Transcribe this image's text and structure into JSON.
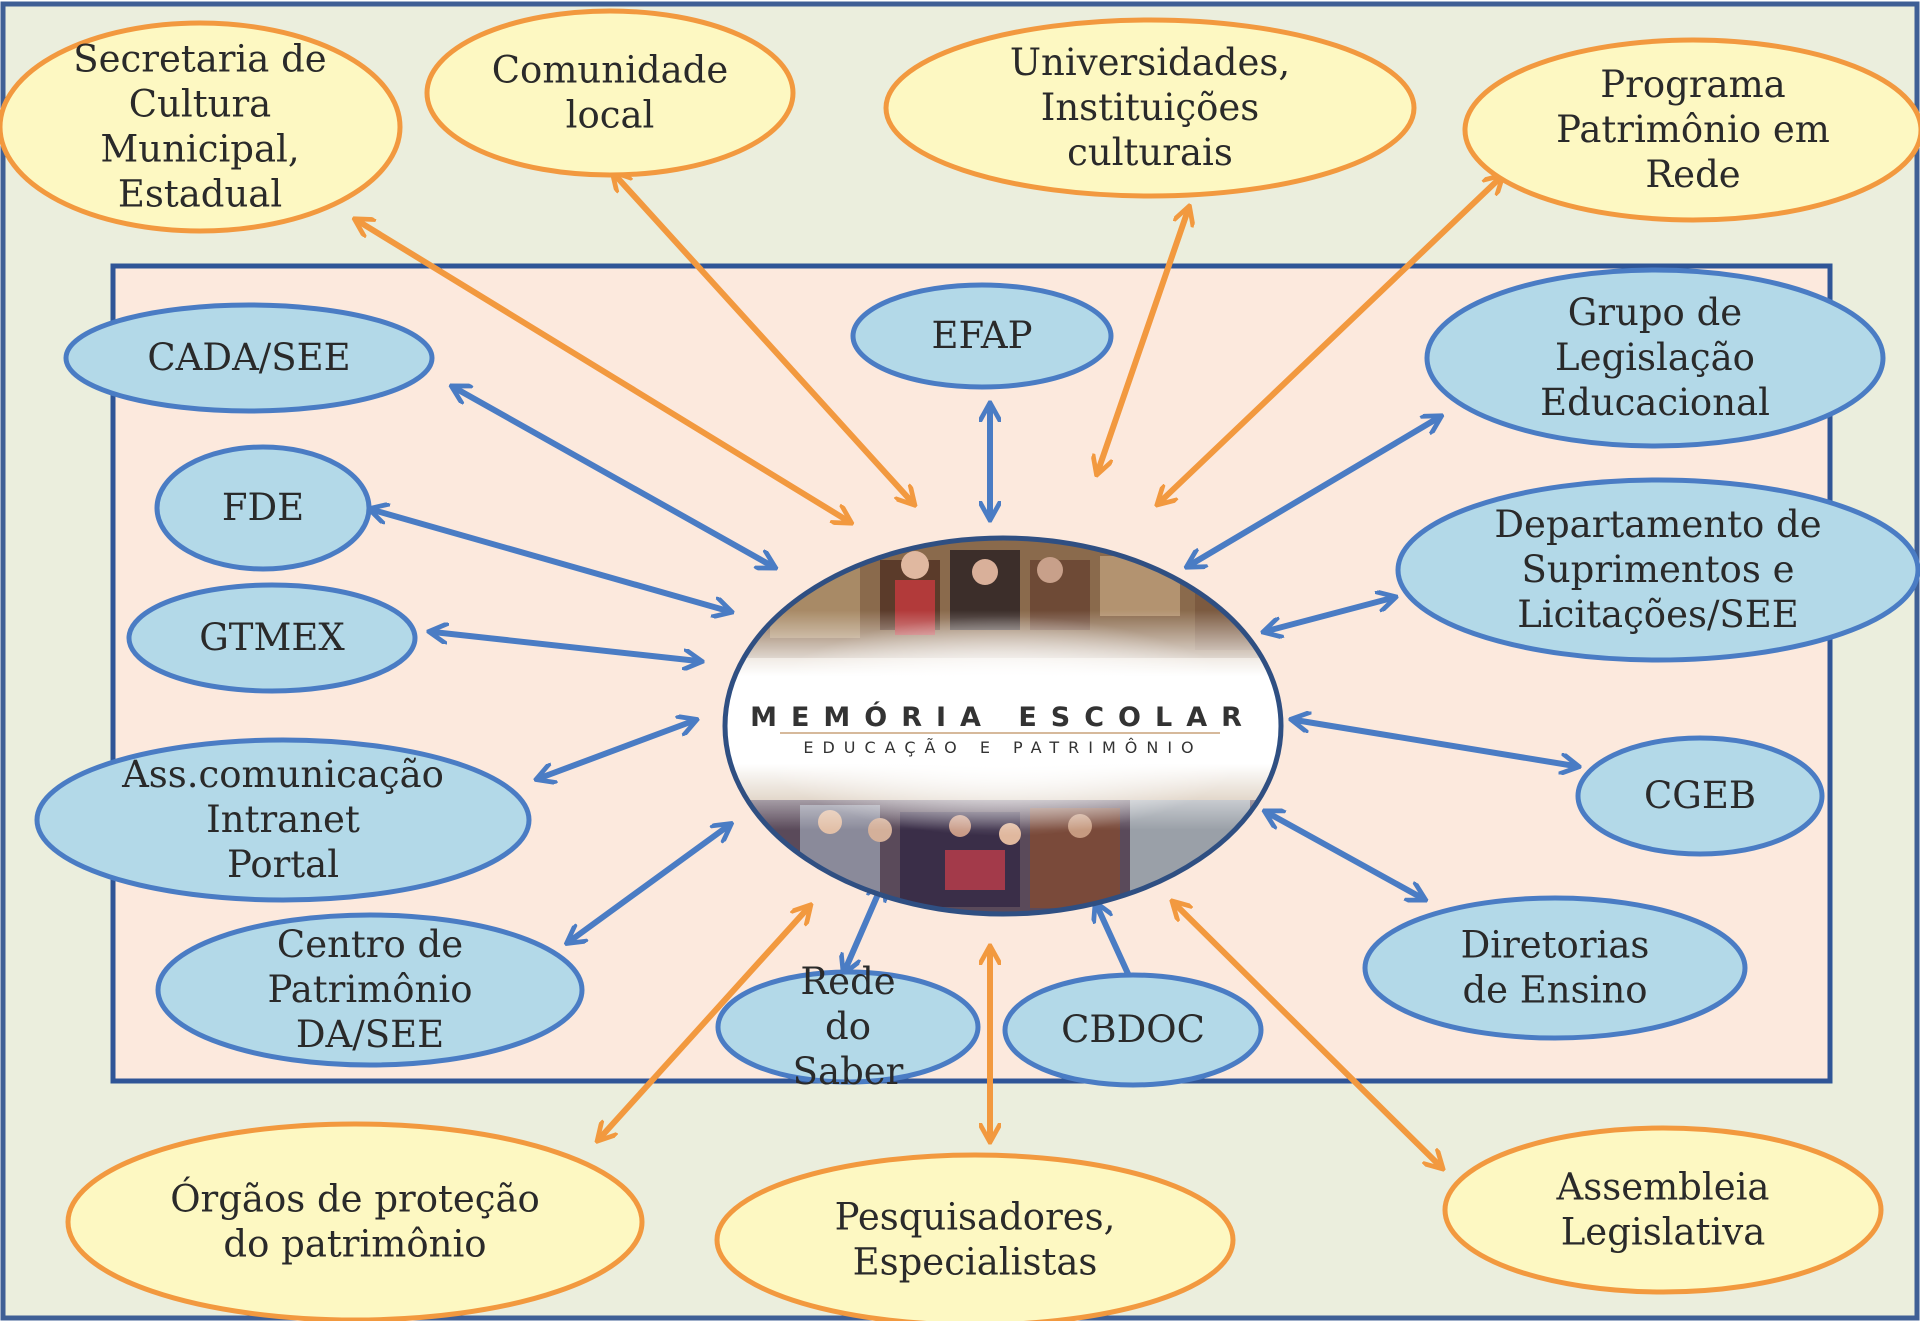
{
  "colors": {
    "outer_bg": "#ebeedd",
    "outer_border": "#3f5f95",
    "inner_bg": "#fce9dd",
    "inner_border": "#2f5597",
    "blue_fill": "#b3d9e8",
    "blue_stroke": "#4a7cc4",
    "yellow_fill": "#fdf8c2",
    "yellow_stroke": "#f2993f"
  },
  "center": {
    "title": "MEMÓRIA ESCOLAR",
    "subtitle": "EDUCAÇÃO E PATRIMÔNIO"
  },
  "external_nodes": [
    {
      "id": "secretaria",
      "lines": [
        "Secretaria de",
        "Cultura",
        "Municipal,",
        "Estadual"
      ]
    },
    {
      "id": "comunidade",
      "lines": [
        "Comunidade",
        "local"
      ]
    },
    {
      "id": "universidades",
      "lines": [
        "Universidades,",
        "Instituições",
        "culturais"
      ]
    },
    {
      "id": "programa",
      "lines": [
        "Programa",
        "Patrimônio em",
        "Rede"
      ]
    },
    {
      "id": "orgaos",
      "lines": [
        "Órgãos de proteção",
        "do patrimônio"
      ]
    },
    {
      "id": "pesquisadores",
      "lines": [
        "Pesquisadores,",
        "Especialistas"
      ]
    },
    {
      "id": "assembleia",
      "lines": [
        "Assembleia",
        "Legislativa"
      ]
    }
  ],
  "internal_nodes": [
    {
      "id": "cada",
      "lines": [
        "CADA/SEE"
      ]
    },
    {
      "id": "efap",
      "lines": [
        "EFAP"
      ]
    },
    {
      "id": "grupo",
      "lines": [
        "Grupo de",
        "Legislação",
        "Educacional"
      ]
    },
    {
      "id": "fde",
      "lines": [
        "FDE"
      ]
    },
    {
      "id": "gtmex",
      "lines": [
        "GTMEX"
      ]
    },
    {
      "id": "departamento",
      "lines": [
        "Departamento de",
        "Suprimentos e",
        "Licitações/SEE"
      ]
    },
    {
      "id": "asscom",
      "lines": [
        "Ass.comunicação",
        "Intranet",
        "Portal"
      ]
    },
    {
      "id": "cgeb",
      "lines": [
        "CGEB"
      ]
    },
    {
      "id": "centro",
      "lines": [
        "Centro de",
        "Patrimônio",
        "DA/SEE"
      ]
    },
    {
      "id": "rede",
      "lines": [
        "Rede",
        "do",
        "Saber"
      ]
    },
    {
      "id": "cbdoc",
      "lines": [
        "CBDOC"
      ]
    },
    {
      "id": "diretorias",
      "lines": [
        "Diretorias",
        "de Ensino"
      ]
    }
  ]
}
